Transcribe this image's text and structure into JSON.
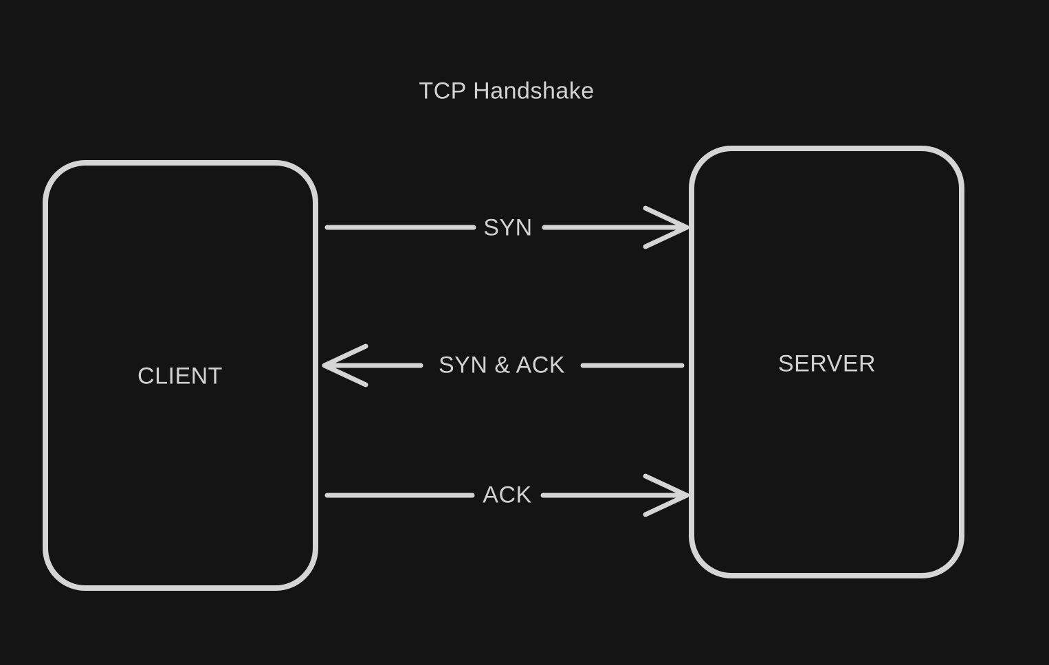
{
  "diagram": {
    "title": "TCP Handshake",
    "nodes": [
      {
        "id": "client",
        "label": "CLIENT"
      },
      {
        "id": "server",
        "label": "SERVER"
      }
    ],
    "arrows": [
      {
        "label": "SYN",
        "from": "client",
        "to": "server",
        "direction": "right"
      },
      {
        "label": "SYN & ACK",
        "from": "server",
        "to": "client",
        "direction": "left"
      },
      {
        "label": "ACK",
        "from": "client",
        "to": "server",
        "direction": "right"
      }
    ],
    "colors": {
      "background": "#141414",
      "stroke": "#d5d5d5",
      "text": "#d2d2d2"
    }
  }
}
